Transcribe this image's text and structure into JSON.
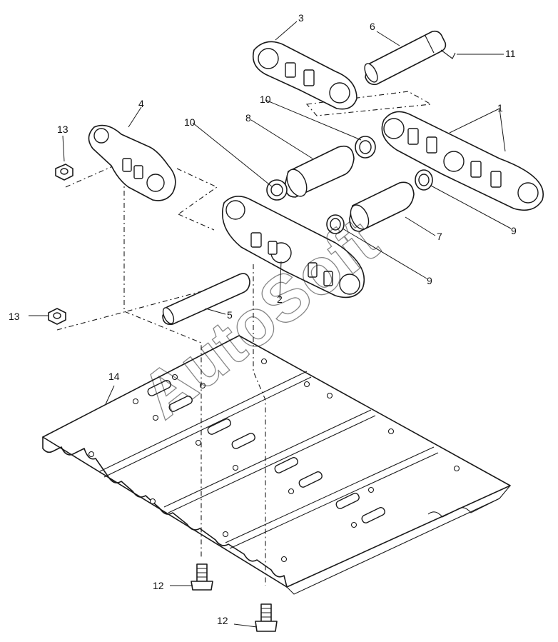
{
  "diagram": {
    "watermark": "AutoSoft",
    "callouts": {
      "c1": "1",
      "c2": "2",
      "c3": "3",
      "c4": "4",
      "c5": "5",
      "c6": "6",
      "c7": "7",
      "c8": "8",
      "c9a": "9",
      "c9b": "9",
      "c10a": "10",
      "c10b": "10",
      "c11": "11",
      "c12a": "12",
      "c12b": "12",
      "c13a": "13",
      "c13b": "13",
      "c14": "14"
    }
  }
}
